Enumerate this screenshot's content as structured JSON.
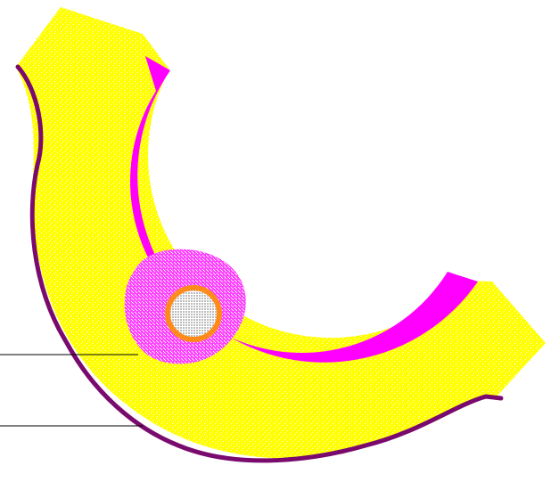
{
  "diagram": {
    "kind": "anatomical cross-section",
    "labels": [],
    "colors": {
      "background": "#ffffff",
      "outer_tissue": "#ffff00",
      "outer_tissue_speckle": "#ffffff",
      "outer_border": "#7a0a6e",
      "inner_ring": "#ff00ff",
      "nodule_fill": "#ff44ff",
      "nodule_speckle": "#ffffff",
      "core_ring": "#ff8c1a",
      "core_fill": "#cfcfcf",
      "core_grid": "#ffffff",
      "leader_lines": "#000000"
    },
    "icons": [
      "outer-tissue-band",
      "inner-magenta-ring",
      "speckled-nodule",
      "orange-ring-core"
    ]
  }
}
